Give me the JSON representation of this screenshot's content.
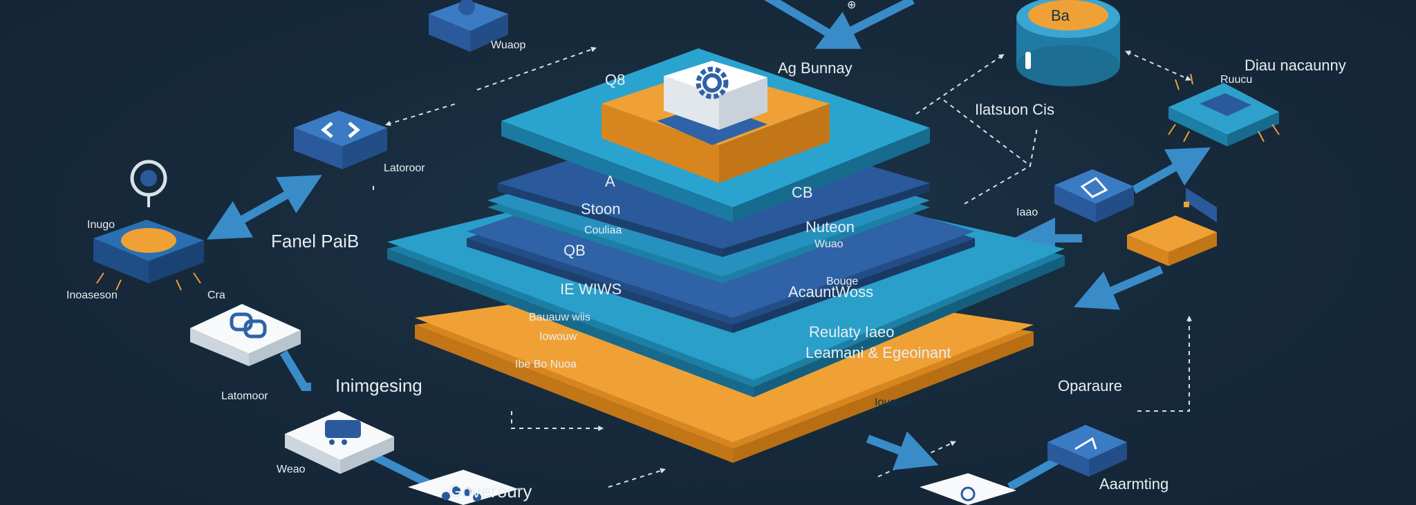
{
  "colors": {
    "background": "#162a3b",
    "teal": "#2a9fc9",
    "teal_dark": "#1c7fa6",
    "blue": "#2f62a6",
    "blue_dark": "#234d86",
    "orange": "#f0a135",
    "orange_dark": "#d7861f",
    "white_tile": "#f2f4f6",
    "dashed_line": "#d7e2ea",
    "arrow": "#3a8cc9"
  },
  "icons": {
    "center": "gear-icon",
    "top_left_node": "gear-block-icon",
    "database": "database-cylinder-icon",
    "code_block": "code-brackets-icon",
    "sensor": "target-sensor-icon",
    "link_tile": "chain-link-icon",
    "terminal_tile": "terminal-icon",
    "paw_tile": "paw-icon",
    "network_tile": "network-nodes-icon",
    "chip_right": "microchip-icon",
    "folder": "folder-icon",
    "share_tile": "share-icon",
    "white_bottom_right": "arrow-circle-icon"
  },
  "labels": {
    "top_left_caption": "Wuaop",
    "top_center_right": "Ag Bunnay",
    "top_caption_right": "⊕",
    "db_badge": "Ba",
    "data_caption": "Diau nacaunny",
    "chip_caption": "Ruucu",
    "transform": "Ilatsuon Cis",
    "left_code_caption": "Latoroor",
    "fanel": "Fanel PaiB",
    "sensor_top": "Inugo",
    "sensor_left": "Inoaseson",
    "sensor_right": "Cra",
    "layer_qs": "Q8",
    "layer_a": "A",
    "layer_ca": "CB",
    "layer_stoon": "Stoon",
    "layer_nuteon": "Nuteon",
    "layer_conqa": "Couliaa",
    "layer_qg": "QB",
    "layer_wuao": "Wuao",
    "layer_iwuus": "IE WIWS",
    "layer_aceaunt": "AcauntWoss",
    "layer_roage": "Bouge",
    "orange_l1": "Bauauw wiis",
    "orange_l2": "Iowouw",
    "orange_l3": "Ibe Bo Nuoa",
    "orange_r1": "Reulaty Iaeo",
    "orange_r2": "Leamani & Egeoinant",
    "orange_bottom": "Iouaure",
    "tile_left_caption": "Latomoor",
    "interfacing": "Inimgesing",
    "tile_term_caption": "Weao",
    "gooverity": "Goveroury",
    "right_label_iaeo": "Iaao",
    "operate": "Oparaure",
    "bottom_right": "Aaarmting"
  }
}
